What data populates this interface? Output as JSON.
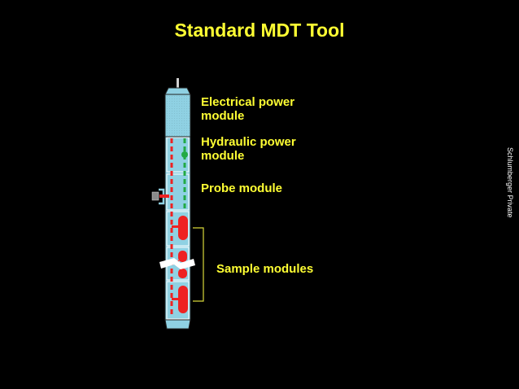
{
  "title": "Standard MDT Tool",
  "labels": {
    "electrical": "Electrical power\nmodule",
    "hydraulic": "Hydraulic power\nmodule",
    "probe": "Probe module",
    "sample": "Sample modules"
  },
  "watermark": "Schlumberger Private",
  "colors": {
    "text": "#ffff33",
    "tool_body": "#8fd1e3",
    "hydraulic_line": "#22aa44",
    "flowline": "#ee2222",
    "module_border": "#ffffff",
    "tool_outline": "#222222",
    "bracket": "#d8d83a",
    "background": "#000000"
  }
}
